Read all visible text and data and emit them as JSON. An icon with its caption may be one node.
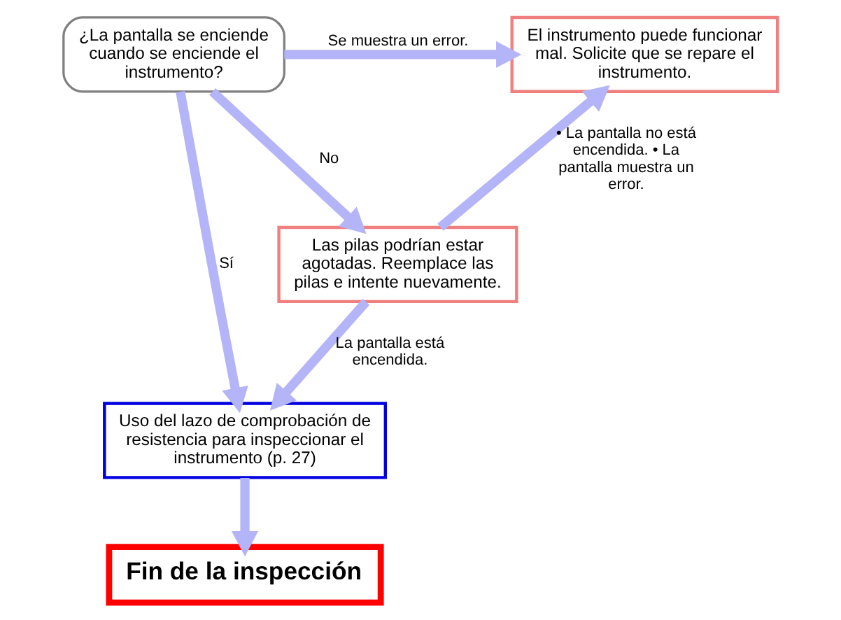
{
  "diagram": {
    "nodes": [
      {
        "text": [
          "¿La pantalla se enciende cuando se enciende el instrumento?"
        ]
      },
      {
        "text": [
          "El instrumento puede funcionar mal. Solicite que se repare el instrumento."
        ]
      },
      {
        "text": [
          "Las pilas podrían estar agotadas. Reemplace las pilas e intente nuevamente."
        ]
      },
      {
        "text": [
          "Uso del lazo de comprobación de resistencia para inspeccionar el instrumento (p. 27)"
        ]
      },
      {
        "text": [
          "Fin de la inspección"
        ]
      }
    ],
    "edges": [
      {
        "from": 0,
        "to": 1,
        "arrow": "to",
        "label": "Se muestra un error."
      },
      {
        "from": 0,
        "to": 3,
        "arrow": "to",
        "label": "Sí"
      },
      {
        "from": 0,
        "to": 2,
        "arrow": "to",
        "label": "No"
      },
      {
        "from": 2,
        "to": 1,
        "arrow": "to",
        "label": "• La pantalla no está encendida. • La pantalla muestra un error."
      },
      {
        "from": 2,
        "to": 3,
        "arrow": "to",
        "label": "La pantalla está encendida."
      },
      {
        "from": 3,
        "to": 4,
        "arrow": "to"
      }
    ]
  }
}
